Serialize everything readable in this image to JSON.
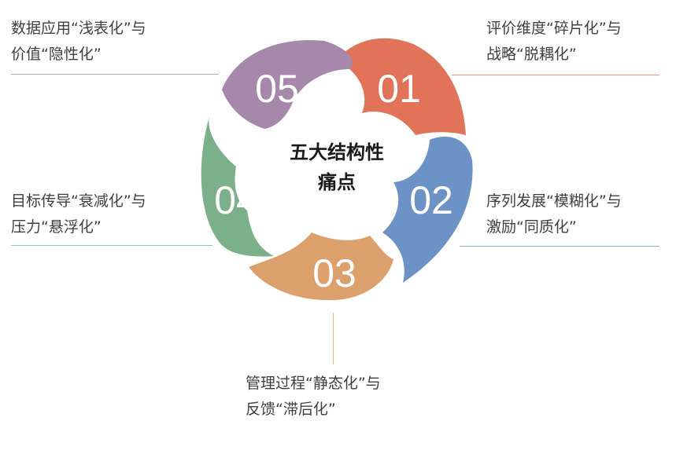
{
  "center": {
    "line1": "五大结构性",
    "line2": "痛点"
  },
  "colors": {
    "p01": "#e07358",
    "p02": "#6d93c6",
    "p03": "#dca06c",
    "p04": "#7cb08a",
    "p05": "#a688aa"
  },
  "petals": [
    {
      "number": "01",
      "line1": "评价维度“碎片化”与",
      "line2": "战略“脱耦化”"
    },
    {
      "number": "02",
      "line1": "序列发展“模糊化”与",
      "line2": "激励“同质化”"
    },
    {
      "number": "03",
      "line1": "管理过程“静态化”与",
      "line2": "反馈“滞后化”"
    },
    {
      "number": "04",
      "line1": "目标传导“衰减化”与",
      "line2": "压力“悬浮化”"
    },
    {
      "number": "05",
      "line1": "数据应用“浅表化”与",
      "line2": "价值“隐性化”"
    }
  ]
}
